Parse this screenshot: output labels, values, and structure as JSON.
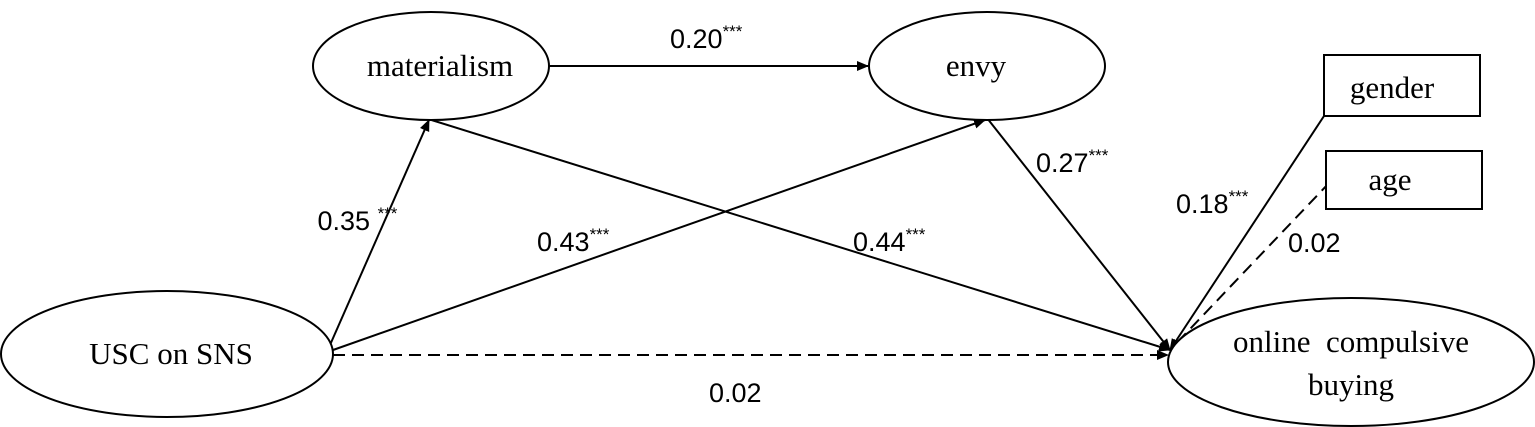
{
  "nodes": {
    "materialism": "materialism",
    "envy": "envy",
    "usc": "USC on SNS",
    "ocb_line1": "online  compulsive",
    "ocb_line2": "buying",
    "gender": "gender",
    "age": "age"
  },
  "paths": {
    "materialism_to_envy": {
      "value": "0.20",
      "sig": "***"
    },
    "usc_to_materialism": {
      "value": "0.35 ",
      "sig": "***"
    },
    "usc_to_envy": {
      "value": "0.43",
      "sig": "***"
    },
    "materialism_to_ocb": {
      "value": "0.44",
      "sig": "***"
    },
    "envy_to_ocb": {
      "value": "0.27",
      "sig": "***"
    },
    "gender_to_ocb": {
      "value": "0.18",
      "sig": "***"
    },
    "age_to_ocb": {
      "value": "0.02"
    },
    "usc_to_ocb": {
      "value": "0.02"
    }
  }
}
